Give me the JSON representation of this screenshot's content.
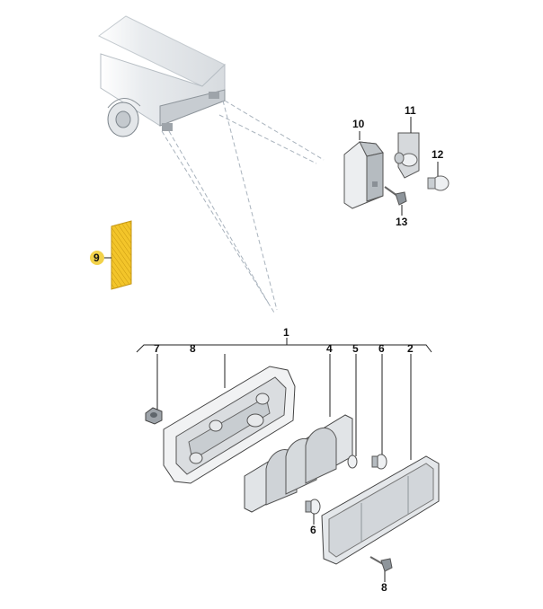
{
  "callouts": {
    "c1": "1",
    "c2": "2",
    "c4": "4",
    "c5": "5",
    "c6a": "6",
    "c6b": "6",
    "c7": "7",
    "c8a": "8",
    "c8b": "8",
    "c9": "9",
    "c10": "10",
    "c11": "11",
    "c12": "12",
    "c13": "13"
  },
  "colors": {
    "reflector_yellow": "#f3c52a",
    "highlight_badge": "#f2d24a",
    "part_grey": "#d9dcdf",
    "part_dark": "#a7acb1",
    "leader_dash": "#a9b3bd"
  }
}
